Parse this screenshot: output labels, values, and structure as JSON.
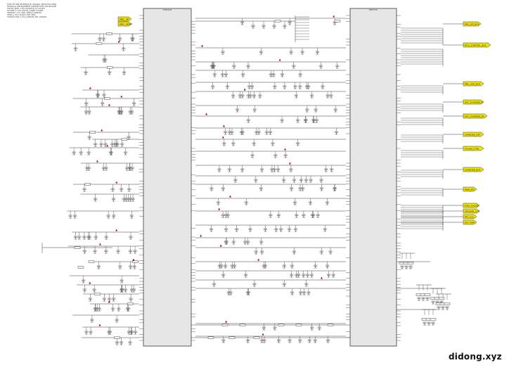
{
  "header": {
    "lines": [
      "MT6735 BB INTERFACE (SIGNAL NEGOTIATION)",
      "SIGNALS        PIN NUMBER        CONNECTED ON BOARD",
      "VIO18_PMU  1.8V   DVDD18_IO      VIO18",
      "VCORE  1.15V      DVDD_CORE      VCORE",
      "VDRAM  1.2V       VDD_DRAM       VDRAM",
      "VMD  1.15V        DVDD_MD        VMD",
      "VSRAM_MD 1.15V    VSRAM_MD       VSRAM"
    ]
  },
  "chips": {
    "left_title": "MT6328",
    "right_title": "MT6735"
  },
  "yellow_labels_left": [
    "PMIC_INT",
    "PMIC_RESET"
  ],
  "yellow_labels_right": [
    "PMU_SPI_BUS",
    "RFIC_CONTROL_BUS",
    "PMU_AUD_BUS",
    "EXT_CHARGER_IF",
    "EXT_CHARGER_EN",
    "CHARGER_DET",
    "TFLASH_CTRL",
    "CHARGER_BUS",
    "PWR_KEY",
    "FUEL_GAUGE",
    "SPEAKER_OUT",
    "RTC_CLK",
    "EXT_PWR"
  ],
  "watermark": "didong.xyz",
  "colors": {
    "wire": "#3a3a3a",
    "chip_fill": "#e6e6e6",
    "label_fill": "#f2e600",
    "net_dot": "#b3001b",
    "ground": "#2a2a2a"
  }
}
